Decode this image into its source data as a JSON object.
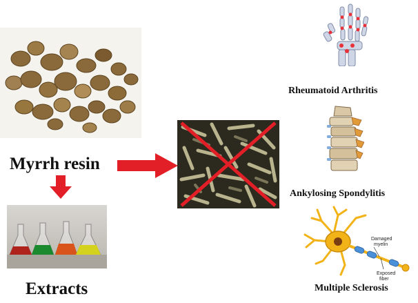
{
  "labels": {
    "resin": "Myrrh resin",
    "extracts": "Extracts",
    "ra": "Rheumatoid Arthritis",
    "as": "Ankylosing  Spondylitis",
    "ms": "Multiple Sclerosis",
    "neuron_damaged": "Damaged\nmyelin",
    "neuron_exposed": "Exposed\nfiber"
  },
  "colors": {
    "arrow": "#e21e26",
    "cross": "#e21e26",
    "resin": "#8a6a3a",
    "bacteria_bg": "#2c2a1e",
    "bacteria_rod": "#c9c49a",
    "bone": "#cfd6e6",
    "joint_highlight": "#e8323a",
    "neuron": "#f2b318",
    "myelin": "#4a90d9"
  },
  "icons": {
    "arrow_right": "arrow-right-icon",
    "arrow_down": "arrow-down-icon",
    "cross": "red-cross-icon",
    "hand": "hand-skeleton-icon",
    "spine": "spine-icon",
    "neuron": "neuron-icon",
    "flasks": "flasks-icon",
    "resin": "resin-icon"
  },
  "flask_colors": [
    "#b0231c",
    "#1b8a2e",
    "#d9541a",
    "#d4d21c"
  ]
}
